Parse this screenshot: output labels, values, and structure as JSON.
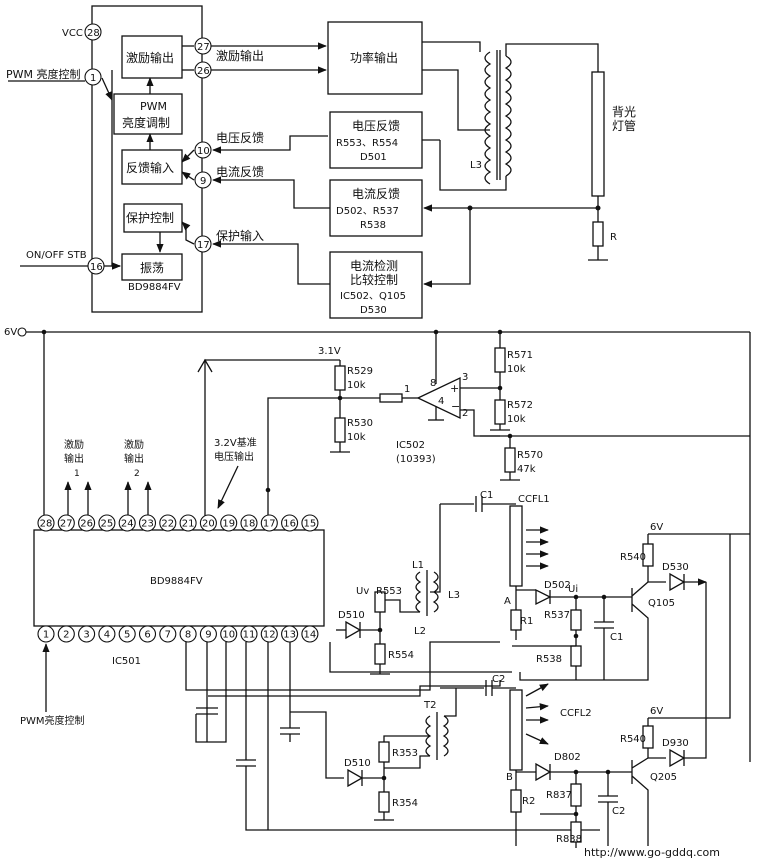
{
  "block": {
    "ic_name": "BD9884FV",
    "vcc": "VCC",
    "pins": [
      "28",
      "27",
      "26",
      "1",
      "10",
      "9",
      "17",
      "16"
    ],
    "inner_blocks": [
      "激励输出",
      "PWM",
      "亮度调制",
      "反馈输入",
      "保护控制",
      "振荡"
    ],
    "outer_blocks": [
      "功率输出",
      "电压反馈",
      "R553、R554",
      "D501",
      "电流反馈",
      "D502、R537",
      "R538",
      "电流检测",
      "比较控制",
      "IC502、Q105",
      "D530"
    ],
    "signals": [
      "激励输出",
      "电压反馈",
      "电流反馈",
      "保护输入"
    ],
    "pwm_in": "PWM 亮度控制",
    "onoff": "ON/OFF  STB",
    "lamp": [
      "背光",
      "灯管"
    ],
    "labels": [
      "L3",
      "R"
    ]
  },
  "schematic": {
    "supply": "6V",
    "v31": "3.1V",
    "resistors": [
      "R529",
      "10k",
      "R530",
      "10k",
      "R571",
      "10k",
      "R572",
      "10k",
      "R570",
      "47k"
    ],
    "opamp": {
      "name": "IC502",
      "part": "(10393)",
      "pins": [
        "1",
        "3",
        "8",
        "4",
        "2"
      ]
    },
    "ref_label": [
      "3.2V基准",
      "电压输出"
    ],
    "drive_labels": [
      [
        "激励",
        "输出",
        "1"
      ],
      [
        "激励",
        "输出",
        "2"
      ]
    ],
    "ic": {
      "name": "BD9884FV",
      "ref": "IC501",
      "top_pins": [
        "28",
        "27",
        "26",
        "25",
        "24",
        "23",
        "22",
        "21",
        "20",
        "19",
        "18",
        "17",
        "16",
        "15"
      ],
      "bottom_pins": [
        "1",
        "2",
        "3",
        "4",
        "5",
        "6",
        "7",
        "8",
        "9",
        "10",
        "11",
        "12",
        "13",
        "14"
      ]
    },
    "pwm_label": "PWM亮度控制",
    "parts_upper": [
      "C1",
      "CCFL1",
      "L1",
      "L3",
      "L2",
      "R553",
      "R554",
      "D510",
      "Uv",
      "6V",
      "R540",
      "D530",
      "Q105",
      "D502",
      "Ui",
      "A",
      "R1",
      "R537",
      "C1",
      "R538"
    ],
    "parts_lower": [
      "C2",
      "CCFL2",
      "T2",
      "R353",
      "R354",
      "D510",
      "6V",
      "R540",
      "D930",
      "Q205",
      "D802",
      "B",
      "R2",
      "R837",
      "C2",
      "R838"
    ],
    "watermark": "http://www.go-gddq.com"
  }
}
